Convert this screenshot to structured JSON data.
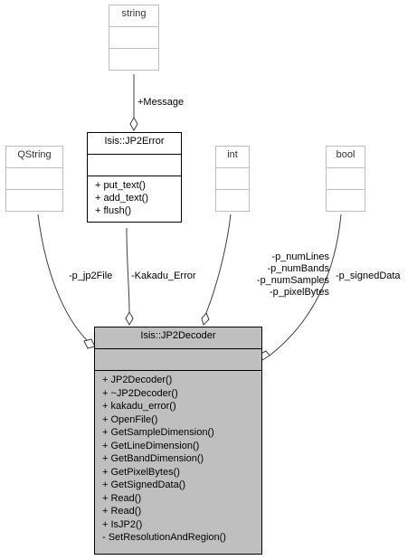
{
  "diagram": {
    "classes": {
      "string": {
        "name": "string"
      },
      "jp2error": {
        "name": "Isis::JP2Error",
        "methods": [
          "+ put_text()",
          "+ add_text()",
          "+ flush()"
        ]
      },
      "qstring": {
        "name": "QString"
      },
      "int": {
        "name": "int"
      },
      "bool": {
        "name": "bool"
      },
      "decoder": {
        "name": "Isis::JP2Decoder",
        "methods": [
          "+ JP2Decoder()",
          "+ ~JP2Decoder()",
          "+ kakadu_error()",
          "+ OpenFile()",
          "+ GetSampleDimension()",
          "+ GetLineDimension()",
          "+ GetBandDimension()",
          "+ GetPixelBytes()",
          "+ GetSignedData()",
          "+ Read()",
          "+ Read()",
          "+ IsJP2()",
          "- SetResolutionAndRegion()"
        ]
      }
    },
    "edges": {
      "message": "+Message",
      "jp2file": "-p_jp2File",
      "kakadu": "-Kakadu_Error",
      "int_members": [
        "-p_numLines",
        "-p_numBands",
        "-p_numSamples",
        "-p_pixelBytes"
      ],
      "signed": "-p_signedData"
    },
    "colors": {
      "focus_fill": "#bfbfbf",
      "external_border": "#bfbfbf",
      "edge_stroke": "#404040"
    }
  }
}
